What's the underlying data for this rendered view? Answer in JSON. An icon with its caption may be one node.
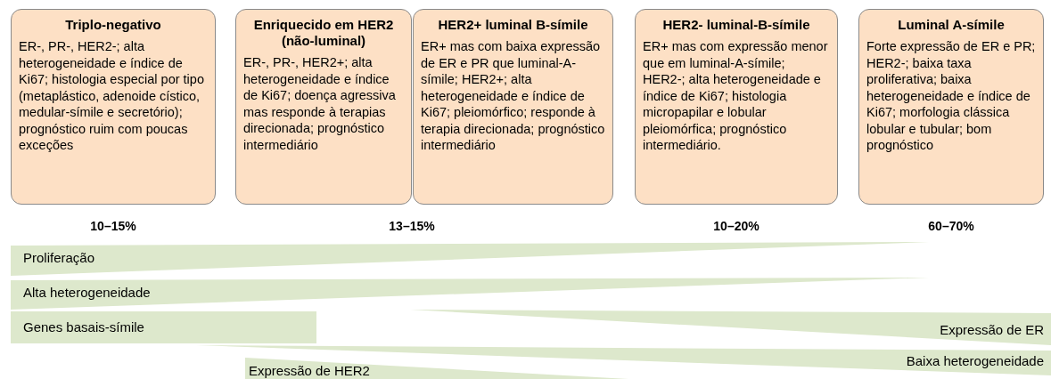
{
  "diagram": {
    "nodes": [
      {
        "text": [
          "Triplo-negativo",
          "ER-, PR-, HER2-; alta heterogeneidade e índice de Ki67; histologia especial por tipo (metaplástico, adenoide cístico, medular-símile e secretório); prognóstico ruim com poucas exceções"
        ]
      },
      {
        "text": [
          "Enriquecido em HER2 (não-luminal)",
          "ER-, PR-, HER2+; alta heterogeneidade e índice de Ki67; doença agressiva mas responde à terapias direcionada; prognóstico intermediário"
        ]
      },
      {
        "text": [
          "HER2+ luminal B-símile",
          "ER+ mas com baixa expressão de ER e PR que  luminal-A-símile; HER2+; alta heterogeneidade e índice de Ki67; pleiomórfico; responde à terapia direcionada; prognóstico intermediário"
        ]
      },
      {
        "text": [
          "HER2- luminal-B-símile",
          "ER+ mas com expressão menor que em luminal-A-símile; HER2-; alta heterogeneidade e índice de Ki67; histologia micropapilar e lobular pleiomórfica; prognóstico intermediário."
        ]
      },
      {
        "text": [
          "Luminal A-símile",
          "Forte expressão de ER e PR; HER2-; baixa taxa proliferativa; baixa heterogeneidade e índice de Ki67; morfologia clássica lobular e tubular; bom prognóstico"
        ]
      },
      {
        "text": [
          "Proliferação"
        ]
      },
      {
        "text": [
          "Alta heterogeneidade"
        ]
      },
      {
        "text": [
          "Genes basais-símile"
        ]
      },
      {
        "text": [
          "Expressão de ER"
        ]
      },
      {
        "text": [
          "Baixa heterogeneidade"
        ]
      },
      {
        "text": [
          "Expressão de HER2"
        ]
      }
    ],
    "edges": [],
    "labels": [
      "10–15%",
      "13–15%",
      "10–20%",
      "60–70%"
    ]
  }
}
